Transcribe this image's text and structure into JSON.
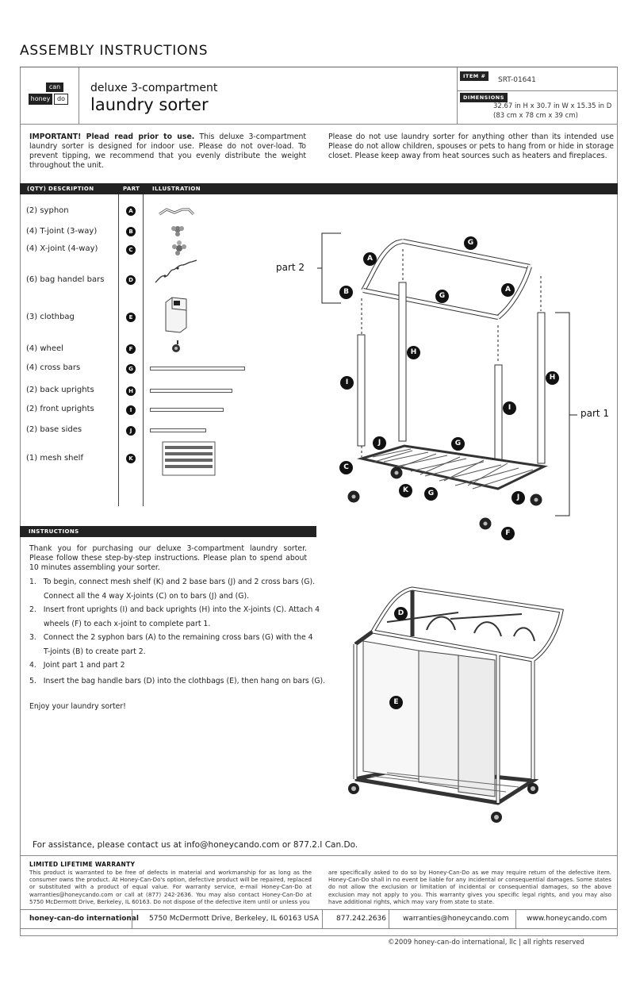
{
  "header": {
    "title": "ASSEMBLY INSTRUCTIONS"
  },
  "logo": {
    "line1": "can",
    "line2a": "honey",
    "line2b": "do"
  },
  "product": {
    "subtitle": "deluxe 3-compartment",
    "title": "laundry sorter"
  },
  "item": {
    "item_label": "ITEM #",
    "item_value": "SRT-01641",
    "dim_label": "DIMENSIONS",
    "dim_line1": "32.67 in H x 30.7 in W x 15.35 in D",
    "dim_line2": "(83 cm x 78 cm x 39 cm)"
  },
  "intro": {
    "left_bold": "IMPORTANT! Plead read prior to use.",
    "left_rest": " This deluxe 3-compartment laundry sorter is designed for indoor use. Please do not over-load. To prevent tipping, we recommend that you evenly distribute the weight throughout the unit.",
    "right": "Please do not use laundry sorter for anything other than its intended use Please do not allow children, spouses or pets to hang from or hide in storage closet. Please keep away from heat sources such as heaters and fireplaces."
  },
  "parts_header": {
    "desc": "(QTY) DESCRIPTION",
    "part": "PART",
    "illus": "ILLUSTRATION"
  },
  "parts": [
    {
      "desc": "(2) syphon",
      "letter": "A"
    },
    {
      "desc": "(4) T-joint (3-way)",
      "letter": "B"
    },
    {
      "desc": "(4) X-joint (4-way)",
      "letter": "C"
    },
    {
      "desc": "(6) bag handel bars",
      "letter": "D"
    },
    {
      "desc": "(3) clothbag",
      "letter": "E"
    },
    {
      "desc": "(4) wheel",
      "letter": "F"
    },
    {
      "desc": "(4) cross bars",
      "letter": "G"
    },
    {
      "desc": "(2) back uprights",
      "letter": "H"
    },
    {
      "desc": "(2) front uprights",
      "letter": "I"
    },
    {
      "desc": "(2) base sides",
      "letter": "J"
    },
    {
      "desc": "(1) mesh shelf",
      "letter": "K"
    }
  ],
  "diagram": {
    "part2": "part 2",
    "part1": "part 1"
  },
  "instructions": {
    "header": "INSTRUCTIONS",
    "intro": "Thank you for purchasing our deluxe 3-compartment laundry sorter. Please follow these step-by-step instructions. Please plan to spend about 10 minutes assembling your sorter.",
    "steps": [
      {
        "n": "1.",
        "l1": "To begin, connect mesh shelf (K) and 2 base bars (J) and 2 cross bars (G).",
        "l2": "Connect all the 4 way X-joints (C) on to bars (J) and (G)."
      },
      {
        "n": "2.",
        "l1": "Insert front uprights (I) and back uprights (H) into the X-joints (C). Attach 4",
        "l2": "wheels (F) to each x-joint to complete part 1."
      },
      {
        "n": "3.",
        "l1": "Connect the 2 syphon bars (A) to the remaining cross bars (G) with the 4",
        "l2": "T-joints (B) to create part 2."
      },
      {
        "n": "4.",
        "l1": "Joint part 1 and part 2",
        "l2": ""
      },
      {
        "n": "5.",
        "l1": "Insert the bag handle bars (D) into the clothbags (E), then hang on bars (G).",
        "l2": ""
      }
    ],
    "enjoy": "Enjoy your laundry sorter!"
  },
  "assistance": "For assistance, please contact us at info@honeycando.com or 877.2.I Can.Do.",
  "warranty": {
    "title": "LIMITED LIFETIME WARRANTY",
    "left": "This product is warranted to be free of defects in material and workmanship for as long as the consumer owns the product. At Honey-Can-Do's option, defective product will be repaired, replaced or substituted with a product of equal value. For warranty service, e-mail Honey-Can-Do at warranties@honeycando.com or call at (877) 242-2636. You may also contact Honey-Can-Do at 5750 McDermott Drive, Berkeley, IL 60163. Do not dispose of the defective item until or unless you",
    "right": "are specifically asked to do so by Honey-Can-Do as we may require return of the defective item. Honey-Can-Do shall in no event be liable for any incidental or consequential damages. Some states do not allow the exclusion or limitation of incidental or consequential damages, so the above exclusion may not apply to you. This warranty gives you specific legal rights, and you may also have additional rights, which may vary from state to state."
  },
  "footer": {
    "company": "honey-can-do international",
    "address": "5750 McDermott Drive, Berkeley, IL 60163 USA",
    "phone": "877.242.2636",
    "email": "warranties@honeycando.com",
    "web": "www.honeycando.com",
    "copyright": "©2009 honey-can-do international, llc | all rights reserved"
  }
}
